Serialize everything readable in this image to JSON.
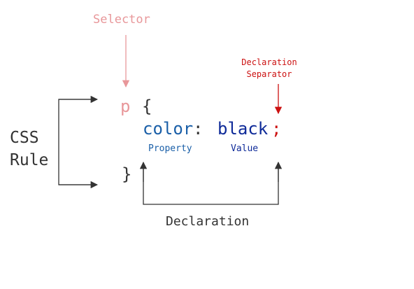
{
  "labels": {
    "selector": "Selector",
    "declaration_separator_line1": "Declaration",
    "declaration_separator_line2": "Separator",
    "css_rule_line1": "CSS",
    "css_rule_line2": "Rule",
    "property": "Property",
    "value": "Value",
    "declaration": "Declaration"
  },
  "code": {
    "selector": "p",
    "open_brace": "{",
    "property": "color",
    "colon": ":",
    "value": "black",
    "semicolon": ";",
    "close_brace": "}"
  },
  "colors": {
    "selector": "#e8979a",
    "separator": "#cc1111",
    "property": "#1a5fa8",
    "value": "#0f2b99",
    "text": "#333333",
    "line": "#333333"
  }
}
